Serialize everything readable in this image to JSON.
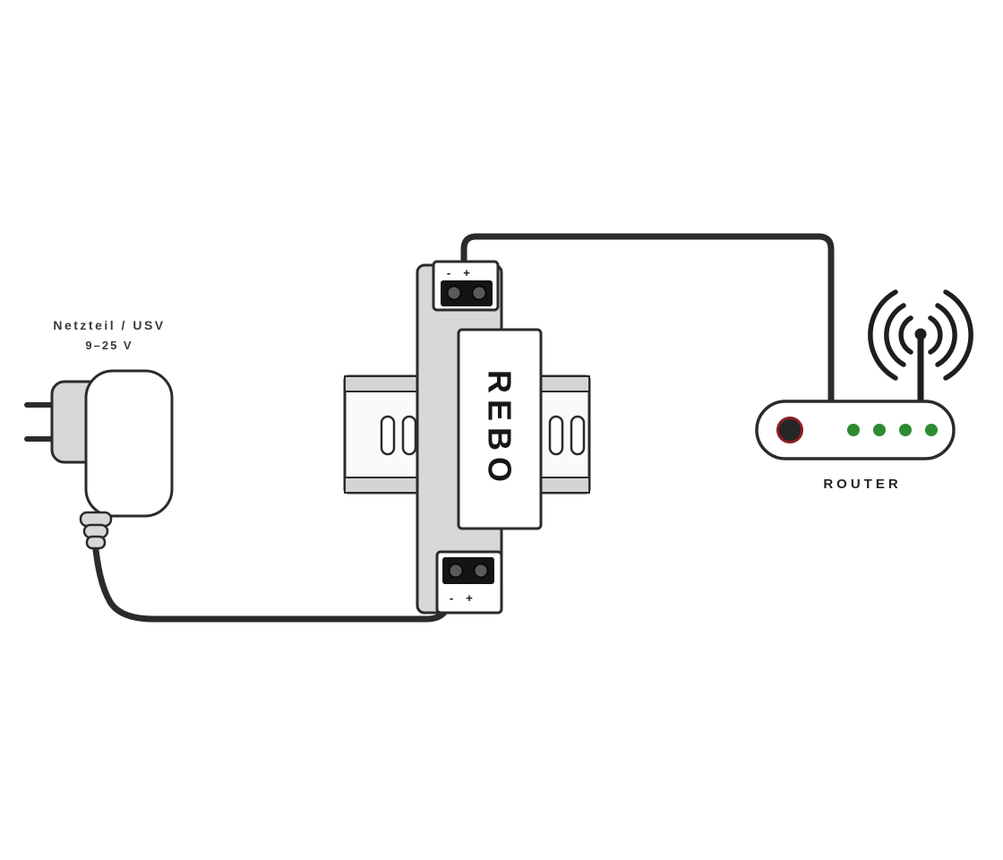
{
  "diagram": {
    "power_supply": {
      "label_line1": "Netzteil / USV",
      "label_line2": "9–25 V"
    },
    "module": {
      "brand": "REBO",
      "top_terminal": {
        "minus": "-",
        "plus": "+"
      },
      "bottom_terminal": {
        "minus": "-",
        "plus": "+"
      }
    },
    "router": {
      "label": "ROUTER",
      "led_count": 4
    },
    "colors": {
      "outline": "#2b2b2b",
      "wire": "#2b2b2b",
      "device_gray": "#d8d8d8",
      "rail_gray": "#d4d4d4",
      "terminal_black": "#141414",
      "led_green": "#2e8b31",
      "plus_red": "#c0392b",
      "power_button_fill": "#262626",
      "power_button_ring": "#8c1d23",
      "label_text": "#3a3a3a"
    }
  }
}
